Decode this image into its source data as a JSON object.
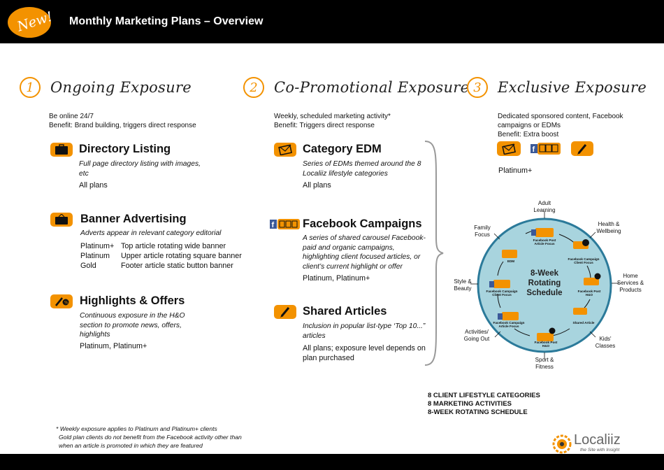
{
  "header": {
    "badge": "New!",
    "title": "Monthly Marketing Plans – Overview"
  },
  "colors": {
    "accent": "#f39200",
    "bar": "#000000",
    "circle_fill": "#a8d4de",
    "facebook": "#3b5998"
  },
  "columns": [
    {
      "number": "1",
      "heading": "Ongoing Exposure",
      "intro": [
        "Be online 24/7",
        "Benefit: Brand building, triggers direct response"
      ]
    },
    {
      "number": "2",
      "heading": "Co-Promotional Exposure",
      "intro": [
        "Weekly, scheduled marketing activity*",
        "Benefit: Triggers direct response"
      ]
    },
    {
      "number": "3",
      "heading": "Exclusive Exposure",
      "intro": [
        "Dedicated sponsored content,  Facebook",
        "campaigns or EDMs",
        "Benefit: Extra boost"
      ],
      "plans": "Platinum+"
    }
  ],
  "sections": {
    "directory": {
      "title": "Directory Listing",
      "desc": [
        "Full page directory listing with images,",
        "etc"
      ],
      "plans": "All plans",
      "icon": "briefcase-icon"
    },
    "banner": {
      "title": "Banner Advertising",
      "desc": "Adverts appear in relevant category editorial",
      "rows": [
        [
          "Platinum+",
          "Top article rotating wide banner"
        ],
        [
          "Platinum",
          "Upper article rotating square banner"
        ],
        [
          "Gold",
          "Footer article static button banner"
        ]
      ],
      "icon": "banner-icon"
    },
    "highlights": {
      "title": "Highlights & Offers",
      "desc": [
        "Continuous exposure in the H&O",
        "section to promote news, offers,",
        "highlights"
      ],
      "plans": "Platinum, Platinum+",
      "icon": "pen-percent-icon"
    },
    "edm": {
      "title": "Category EDM",
      "desc": [
        "Series of EDMs themed around the 8",
        "Localiiz lifestyle categories"
      ],
      "plans": "All plans",
      "icon": "envelope-icon"
    },
    "facebook": {
      "title": "Facebook Campaigns",
      "desc": [
        "A series of shared carousel Facebook-",
        "paid and organic campaigns,",
        "highlighting client focused articles, or",
        "client’s current highlight or offer"
      ],
      "plans": "Platinum, Platinum+",
      "icon": "facebook-carousel-icon"
    },
    "shared": {
      "title": "Shared Articles",
      "desc": [
        "Inclusion in popular list-type ‘Top 10...”",
        "articles"
      ],
      "plans": [
        "All plans; exposure level depends on",
        "plan purchased"
      ],
      "icon": "pen-icon"
    }
  },
  "diagram": {
    "center": [
      "8-Week",
      "Rotating",
      "Schedule"
    ],
    "outer_labels": [
      {
        "id": "adult",
        "lines": [
          "Adult",
          "Learning"
        ]
      },
      {
        "id": "health",
        "lines": [
          "Health &",
          "Wellbeing"
        ]
      },
      {
        "id": "home",
        "lines": [
          "Home",
          "Services &",
          "Products"
        ]
      },
      {
        "id": "kids",
        "lines": [
          "Kids'",
          "Classes"
        ]
      },
      {
        "id": "sport",
        "lines": [
          "Sport &",
          "Fitness"
        ]
      },
      {
        "id": "activities",
        "lines": [
          "Activities/",
          "Going Out"
        ]
      },
      {
        "id": "style",
        "lines": [
          "Style &",
          "Beauty"
        ]
      },
      {
        "id": "family",
        "lines": [
          "Family",
          "Focus"
        ]
      }
    ],
    "inner_labels": [
      {
        "id": "i1",
        "lines": [
          "Facebook Post",
          "Article Focus"
        ]
      },
      {
        "id": "i2",
        "lines": [
          "Facebook Campaign",
          "Client Focus"
        ]
      },
      {
        "id": "i3",
        "lines": [
          "Facebook Post",
          "H&O"
        ]
      },
      {
        "id": "i4",
        "lines": [
          "Shared Article"
        ]
      },
      {
        "id": "i5",
        "lines": [
          "Facebook Post",
          "H&O"
        ]
      },
      {
        "id": "i6",
        "lines": [
          "Facebook Campaign",
          "Article Focus"
        ]
      },
      {
        "id": "i7",
        "lines": [
          "Facebook Campaign",
          "Client Focus"
        ]
      },
      {
        "id": "i8",
        "lines": [
          "EDM"
        ]
      }
    ]
  },
  "summary": [
    "8 CLIENT LIFESTYLE  CATEGORIES",
    "8 MARKETING ACTIVITIES",
    "8-WEEK ROTATING SCHEDULE"
  ],
  "footnote": [
    "* Weekly exposure applies to Platinum and Platinum+ clients",
    "  Gold plan clients do not benefit from the Facebook activity other than",
    "  when an article is promoted in which they are featured"
  ],
  "logo": {
    "name": "Localiiz",
    "tagline": "the Site with Insight"
  }
}
